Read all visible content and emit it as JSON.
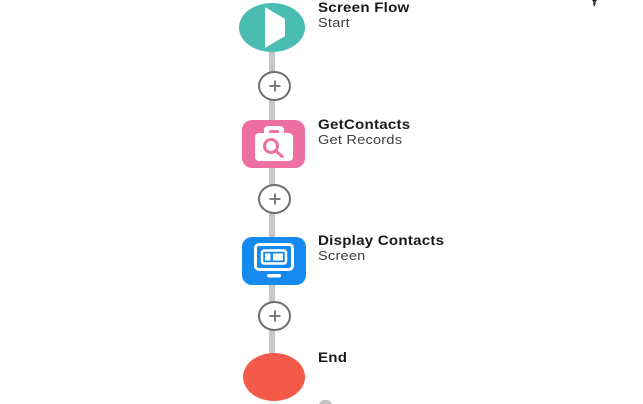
{
  "flow": {
    "nodes": [
      {
        "title": "Screen Flow",
        "subtitle": "Start",
        "color": "#4abdb3",
        "icon": "play-icon"
      },
      {
        "title": "GetContacts",
        "subtitle": "Get Records",
        "color": "#ee6fa1",
        "icon": "record-lookup-icon"
      },
      {
        "title": "Display Contacts",
        "subtitle": "Screen",
        "color": "#1589ee",
        "icon": "screen-icon"
      },
      {
        "title": "End",
        "color": "#f45a49",
        "icon": "stop-icon"
      }
    ],
    "add_buttons": [
      {
        "icon": "plus-icon"
      },
      {
        "icon": "plus-icon"
      },
      {
        "icon": "plus-icon"
      }
    ],
    "connector_color": "#c7c7c7",
    "plus_border_color": "#6e6e6e"
  }
}
